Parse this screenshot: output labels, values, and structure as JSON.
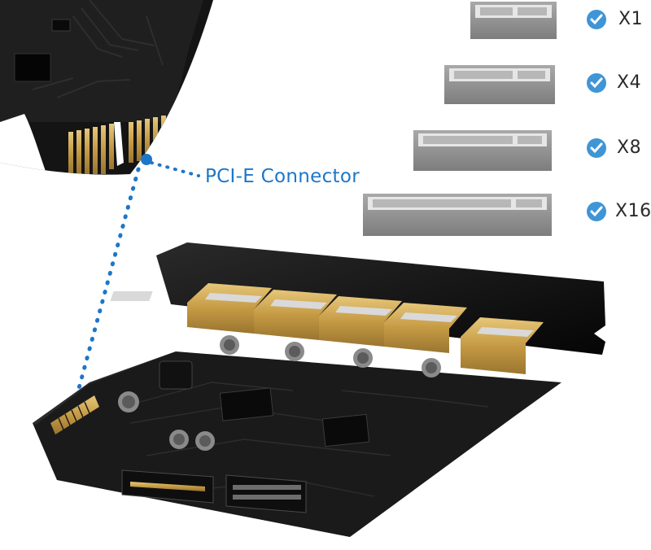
{
  "callout": {
    "label": "PCI-E Connector",
    "accent_color": "#1c77c9"
  },
  "slots": [
    {
      "label": "X1"
    },
    {
      "label": "X4"
    },
    {
      "label": "X8"
    },
    {
      "label": "X16"
    }
  ],
  "check_icon": "check-circle-icon",
  "slot_body_color": "#8f8f8f",
  "card_board_color": "#1a1a1a",
  "usb_port_color": "#c9a24b"
}
